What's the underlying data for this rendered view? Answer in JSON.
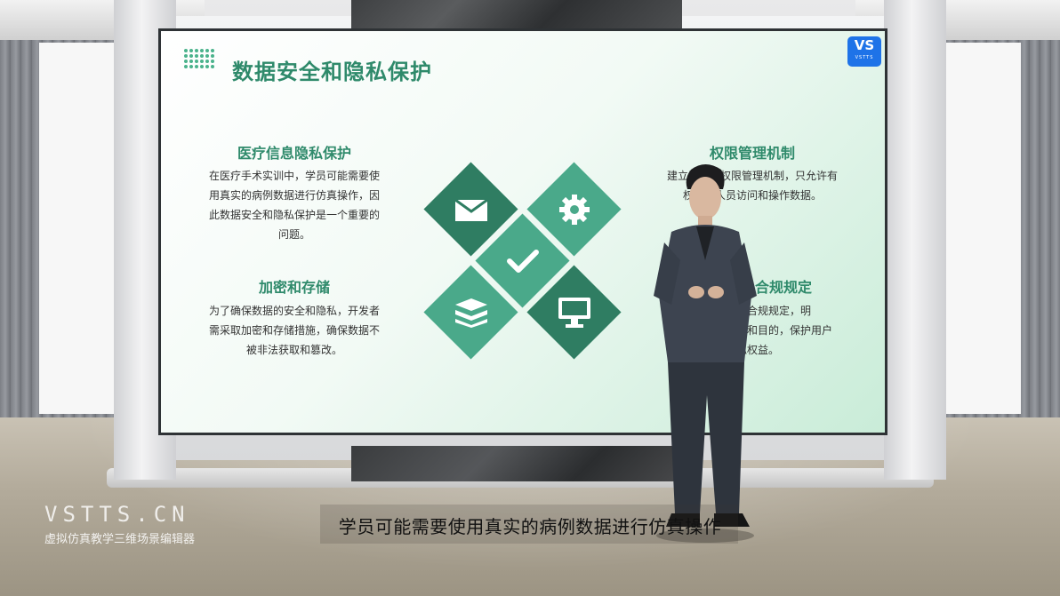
{
  "slide": {
    "title": "数据安全和隐私保护",
    "logo_text": "VSTTS"
  },
  "sections": {
    "privacy": {
      "heading": "医疗信息隐私保护",
      "lines": [
        "在医疗手术实训中，学员可能需要使",
        "用真实的病例数据进行仿真操作，因",
        "此数据安全和隐私保护是一个重要的",
        "问题。"
      ]
    },
    "encryption": {
      "heading": "加密和存储",
      "lines": [
        "为了确保数据的安全和隐私，开发者",
        "需采取加密和存储措施，确保数据不",
        "被非法获取和篡改。"
      ]
    },
    "permission": {
      "heading": "权限管理机制",
      "lines": [
        "建立严格的权限管理机制，只允许有",
        "权限的人员访问和操作数据。"
      ]
    },
    "compliance": {
      "heading": "合规规定",
      "lines": [
        "制定政策和合规规定，明",
        "确数据使用范围和目的，保护用户",
        "隐私权益。"
      ]
    }
  },
  "icons": {
    "top_left": "mail-icon",
    "top_right": "gear-icon",
    "center": "checkmark-icon",
    "bottom_left": "layers-icon",
    "bottom_right": "monitor-icon"
  },
  "colors": {
    "accent": "#2f8a6b",
    "diamond_dark": "#2f7d62",
    "diamond_light": "#4aa98a"
  },
  "caption": "学员可能需要使用真实的病例数据进行仿真操作",
  "watermark": {
    "main": "VSTTS.CN",
    "sub": "虚拟仿真教学三维场景编辑器"
  }
}
